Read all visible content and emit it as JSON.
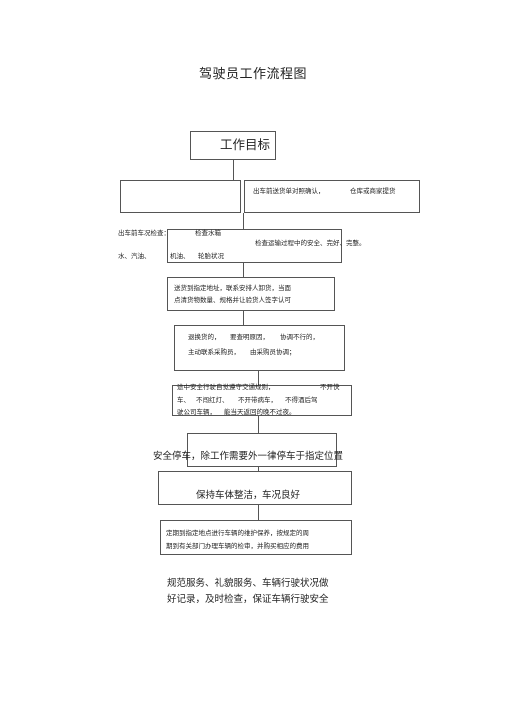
{
  "title": "驾驶员工作流程图",
  "nodes": {
    "goal": "工作目标",
    "left_blank": "",
    "right_top": [
      "出车前送货单对照确认，",
      "仓库或商家提货"
    ],
    "pre_check": [
      "出车前车况检查：",
      "检查水箱",
      "水、汽油、",
      "机油、",
      "轮胎状况"
    ],
    "transport_check": "检查运输过程中的安全、完好、完整。",
    "delivery": [
      "送货到指定地址，联系安排人卸货，当面",
      "点清货物数量、规格并让验货人签字认可"
    ],
    "return": [
      "退换货的，",
      "要查明原因，",
      "协调不行的，",
      "主动联系采购员，",
      "由采购员协调；"
    ],
    "safety": [
      "途中安全行驶自觉遵守交通规则，",
      "不开快",
      "车、",
      "不闯红灯、",
      "不开带病车，",
      "不得酒后驾",
      "驶公司车辆，",
      "能当天返回的晚不过夜。"
    ],
    "parking": "安全停车，除工作需要外一律停车于指定位置",
    "clean": [
      "保持车体整洁，",
      "车况良好"
    ],
    "maintenance": [
      "定期到指定地点进行车辆的维护保养，按规定的周",
      "期到有关部门办理车辆的检审，并购买相应的费用"
    ],
    "final": [
      "规范服务、礼貌服务、车辆行驶状况做",
      "好记录，及时检查，保证车辆行驶安全"
    ]
  }
}
